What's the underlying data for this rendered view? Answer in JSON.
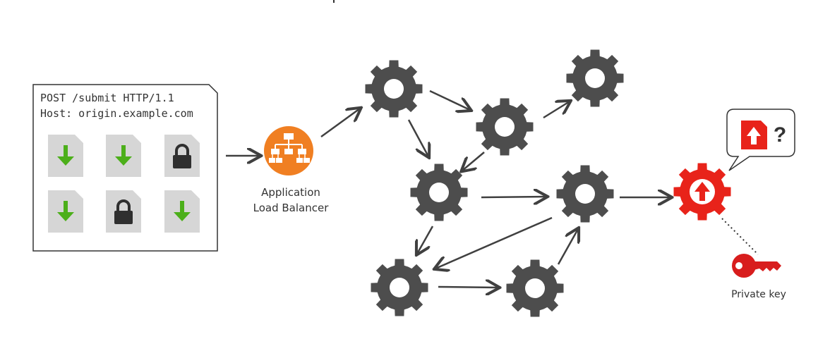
{
  "request_document": {
    "lines": [
      "POST /submit HTTP/1.1",
      "Host: origin.example.com"
    ],
    "files": [
      {
        "icon": "download-arrow-icon"
      },
      {
        "icon": "download-arrow-icon"
      },
      {
        "icon": "lock-icon"
      },
      {
        "icon": "download-arrow-icon"
      },
      {
        "icon": "lock-icon"
      },
      {
        "icon": "download-arrow-icon"
      }
    ]
  },
  "load_balancer": {
    "label_line1": "Application",
    "label_line2": "Load Balancer",
    "icon": "org-chart-icon"
  },
  "compromised_node": {
    "icon": "upload-arrow-gear-icon",
    "bubble_text": "?"
  },
  "private_key": {
    "label": "Private key",
    "icon": "key-icon"
  },
  "colors": {
    "gear": "#4d4d4d",
    "arrow": "#404040",
    "download_green": "#4caf1a",
    "file_gray": "#d6d6d6",
    "alert_red": "#e8231a",
    "balancer_orange": "#f07f22",
    "key_red": "#d81d1d"
  }
}
